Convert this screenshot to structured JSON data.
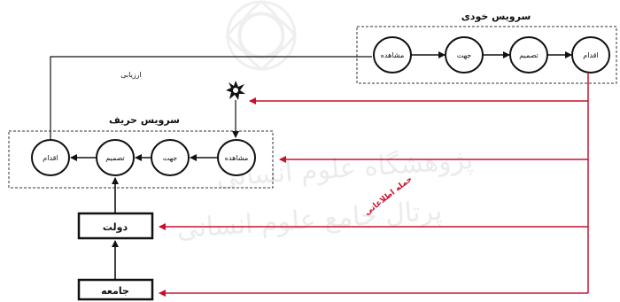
{
  "own_service": {
    "title": "سرویس خودی",
    "nodes": [
      "مشاهده",
      "جهت",
      "تصمیم",
      "اقدام"
    ]
  },
  "rival_service": {
    "title": "سرویس حریف",
    "nodes": [
      "مشاهده",
      "جهت",
      "تصمیم",
      "اقدام"
    ]
  },
  "evaluation_label": "ارزیابی",
  "information_attack_label": "حمله اطلاعاتی",
  "state_label": "دولت",
  "society_label": "جامعه",
  "watermark": {
    "line1": "پژوهشگاه علوم انسانی",
    "line2": "پرتال جامع علوم انسانی"
  },
  "colors": {
    "attack_red": "#c8102e",
    "black": "#111111"
  }
}
